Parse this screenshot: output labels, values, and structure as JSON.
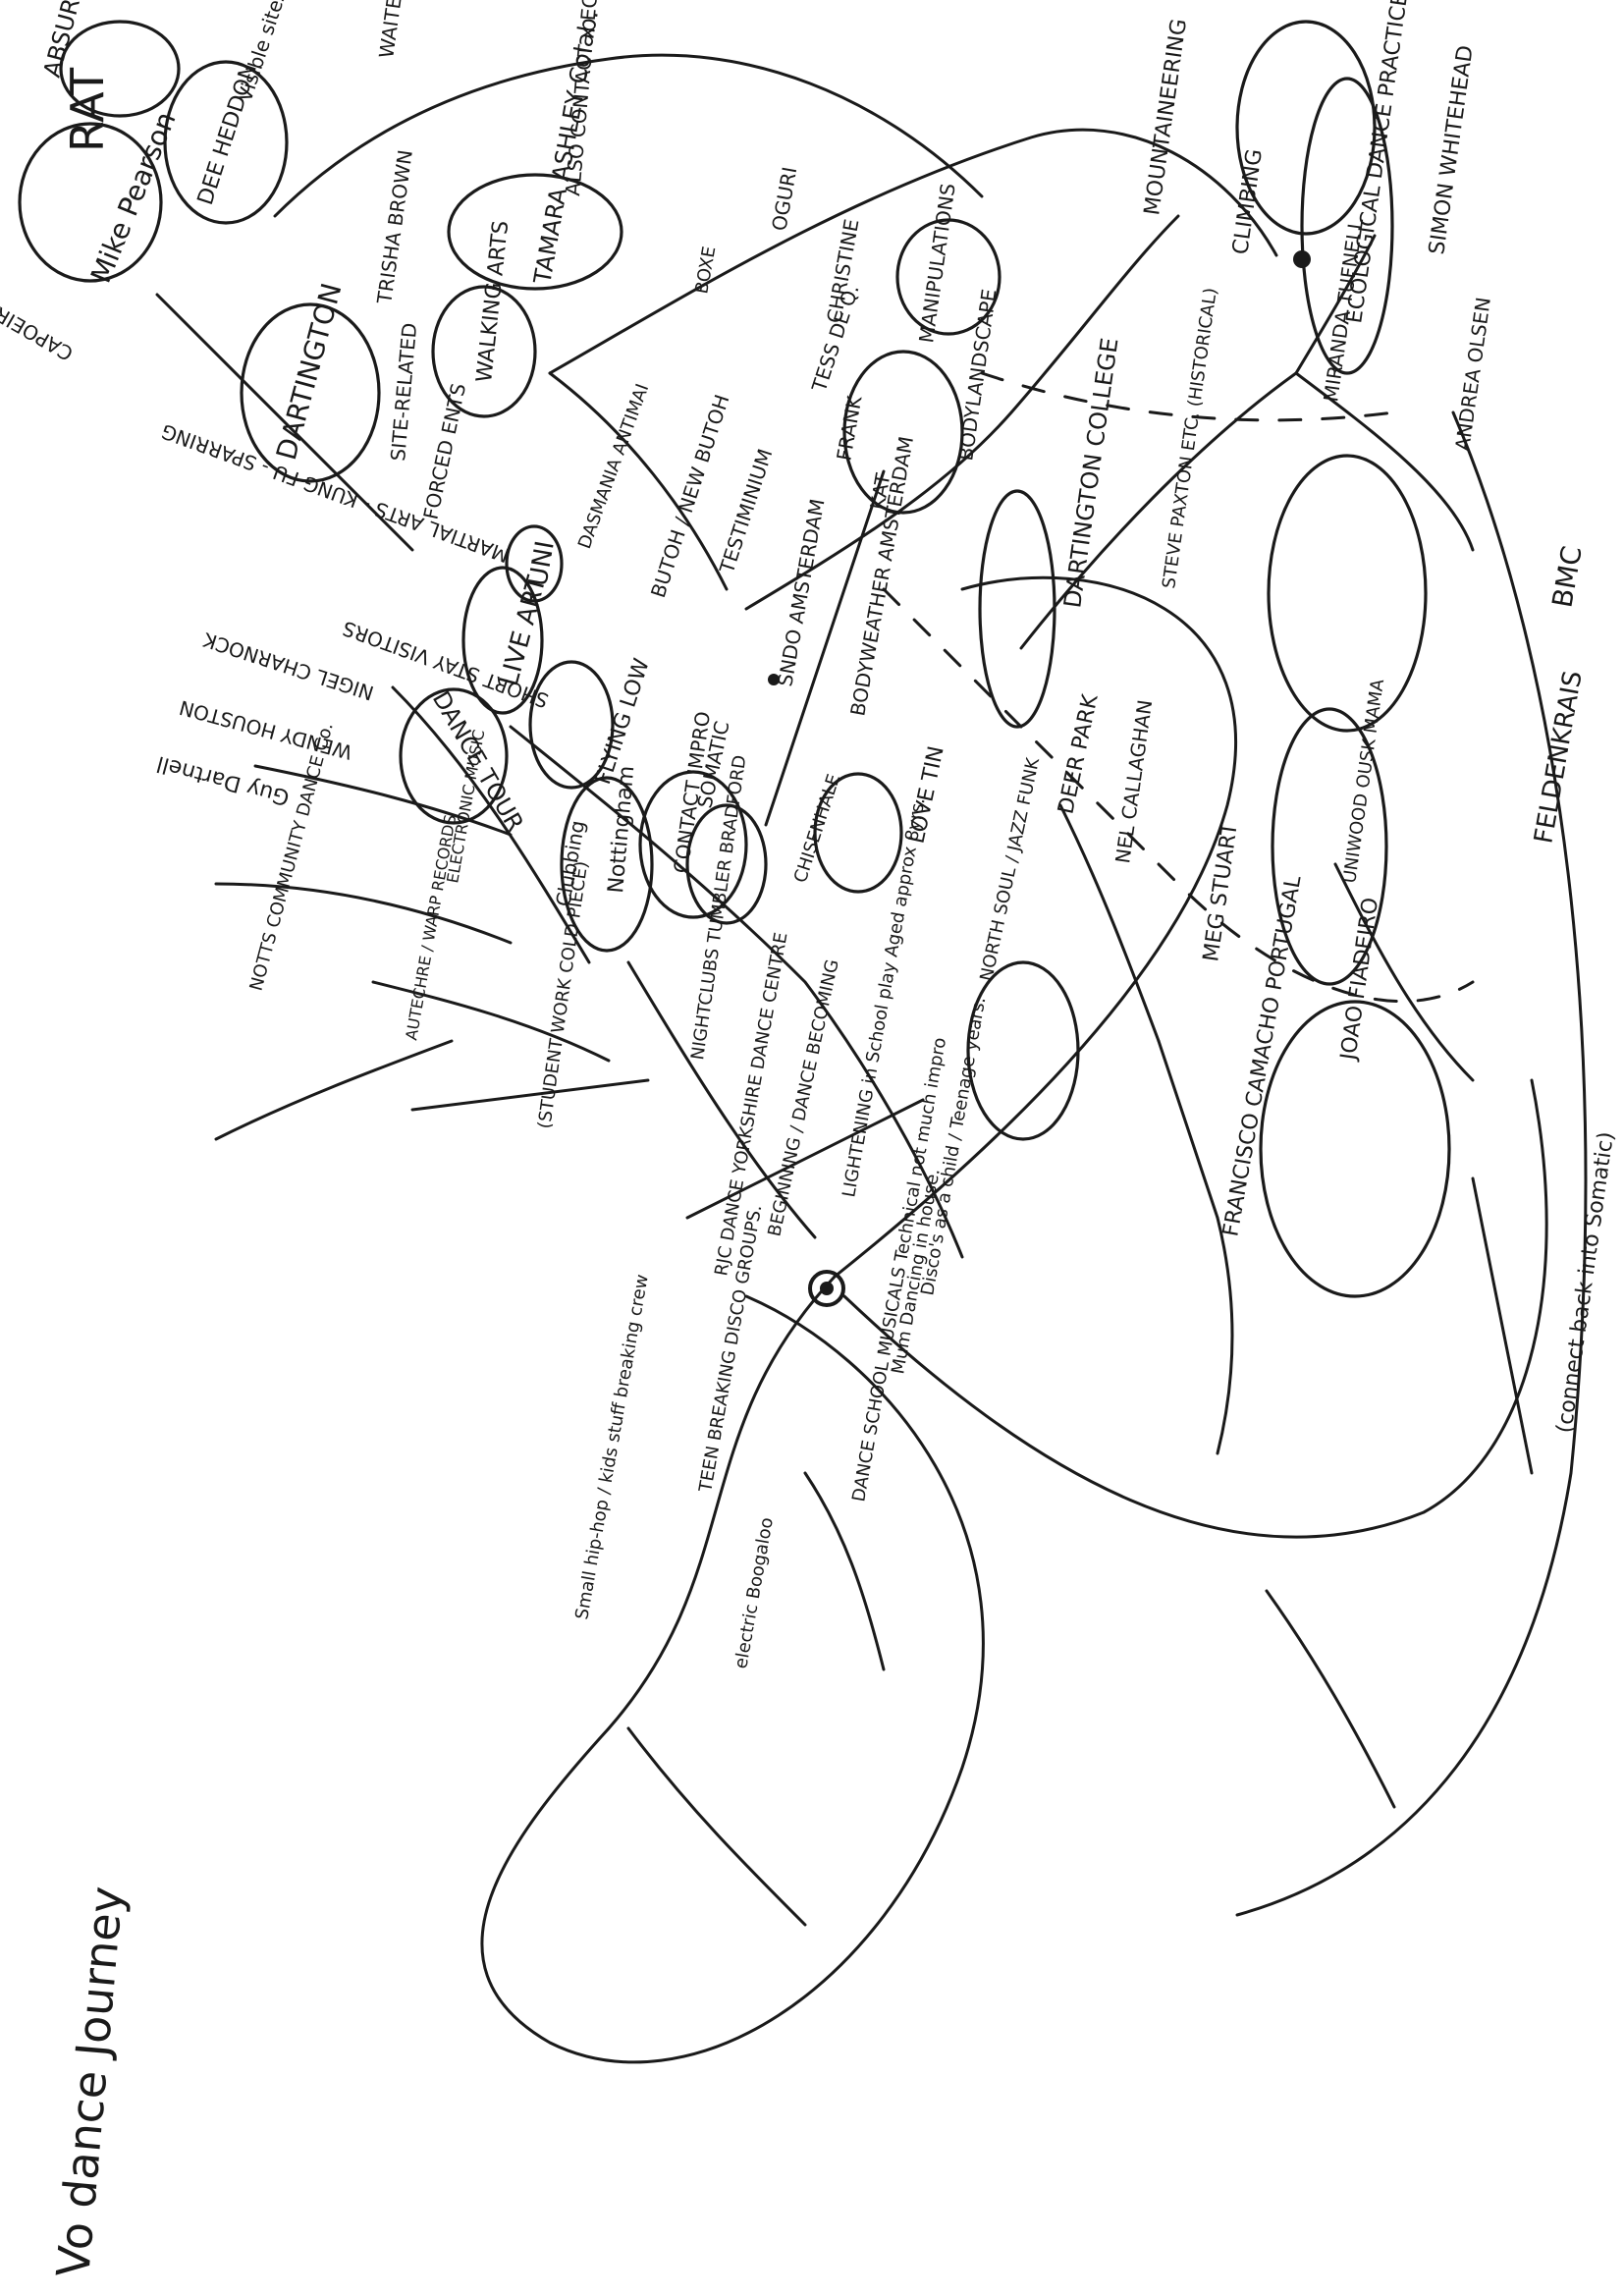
{
  "title": "Vo dance Journey",
  "nodes": [
    {
      "id": "rat",
      "label": "RAT",
      "circled": true
    },
    {
      "id": "absurd",
      "label": "ABSURD",
      "circled": false
    },
    {
      "id": "mike_pearson",
      "label": "Mike Pearson",
      "circled": true
    },
    {
      "id": "dee_heddon",
      "label": "DEE HEDDON",
      "circled": true
    },
    {
      "id": "visible_sites",
      "label": "Visible sites",
      "circled": false
    },
    {
      "id": "waites",
      "label": "WAITES",
      "circled": false
    },
    {
      "id": "tamara_ashley",
      "label": "TAMARA ASHLEY Colab.",
      "circled": true
    },
    {
      "id": "also_contact",
      "label": "ALSO CONTACT x ECOLOGICAL",
      "circled": false
    },
    {
      "id": "trishna_brown",
      "label": "TRISHA BROWN",
      "circled": false
    },
    {
      "id": "walking_arts",
      "label": "WALKING ARTS",
      "circled": true
    },
    {
      "id": "dartington",
      "label": "DARTINGTON",
      "circled": true
    },
    {
      "id": "site_related",
      "label": "SITE-RELATED",
      "circled": false
    },
    {
      "id": "forced_ents",
      "label": "FORCED ENTS",
      "circled": false
    },
    {
      "id": "capoeira",
      "label": "CAPOEIRA - ANIMAL STYLES",
      "circled": false
    },
    {
      "id": "martial_arts",
      "label": "MARTIAL ARTS - KUNG FU - SPARRING",
      "circled": false
    },
    {
      "id": "uni",
      "label": "UNI",
      "circled": true
    },
    {
      "id": "dasmania",
      "label": "DASMANIA ANTIMAI",
      "circled": false
    },
    {
      "id": "live_art",
      "label": "LIVE ART",
      "circled": true
    },
    {
      "id": "short_stay",
      "label": "SHORT STAY VISITORS",
      "circled": false
    },
    {
      "id": "nigel_charnock",
      "label": "NIGEL CHARNOCK",
      "circled": false
    },
    {
      "id": "wendy_houstoun",
      "label": "WENDY HOUSTON",
      "circled": false
    },
    {
      "id": "guy_dartnell",
      "label": "Guy Dartnell",
      "circled": false
    },
    {
      "id": "dance_tour",
      "label": "DANCE TOUR",
      "circled": true
    },
    {
      "id": "notts_community",
      "label": "NOTTS COMMUNITY DANCE Co.",
      "circled": false
    },
    {
      "id": "autechre",
      "label": "AUTECHRE / WARP RECORDS",
      "circled": false
    },
    {
      "id": "electronic_music",
      "label": "ELECTRONIC MUSIC",
      "circled": false
    },
    {
      "id": "clubbing",
      "label": "Clubbing",
      "circled": false
    },
    {
      "id": "nottingham",
      "label": "Nottingham",
      "circled": true
    },
    {
      "id": "flying_low",
      "label": "FLYING LOW",
      "circled": true
    },
    {
      "id": "somatic",
      "label": "SOMATIC",
      "circled": true
    },
    {
      "id": "contact_impro",
      "label": "CONTACT IMPRO",
      "circled": true
    },
    {
      "id": "butoh",
      "label": "BUTOH / NEW BUTOH",
      "circled": false
    },
    {
      "id": "testiminium",
      "label": "TESTIMINIUM",
      "circled": false
    },
    {
      "id": "snds",
      "label": "SNDO AMSTERDAM",
      "circled": false
    },
    {
      "id": "bodyweather",
      "label": "BODYWEATHER AMSTERDAM",
      "circled": true
    },
    {
      "id": "tess",
      "label": "TESS DE Q.",
      "circled": false
    },
    {
      "id": "frank",
      "label": "FRANK",
      "circled": false
    },
    {
      "id": "christine",
      "label": "CHRISTINE",
      "circled": false
    },
    {
      "id": "kat",
      "label": "KAT",
      "circled": false
    },
    {
      "id": "o_guri",
      "label": "OGURI",
      "circled": false
    },
    {
      "id": "boxe",
      "label": "BOXE",
      "circled": false
    },
    {
      "id": "manipulations",
      "label": "MANIPULATIONS",
      "circled": true
    },
    {
      "id": "bodylandscape",
      "label": "BODYLANDSCAPE",
      "circled": true
    },
    {
      "id": "mountaineering",
      "label": "MOUNTAINEERING",
      "circled": false
    },
    {
      "id": "climbing",
      "label": "CLIMBING",
      "circled": false
    },
    {
      "id": "ecological",
      "label": "ECOLOGICAL DANCE PRACTICE",
      "circled": true
    },
    {
      "id": "miranda",
      "label": "MIRANDA TUFNELL",
      "circled": true
    },
    {
      "id": "simon",
      "label": "SIMON WHITEHEAD",
      "circled": false
    },
    {
      "id": "andrea",
      "label": "ANDREA OLSEN",
      "circled": false
    },
    {
      "id": "dartington_college",
      "label": "DARTINGTON COLLEGE",
      "circled": true
    },
    {
      "id": "steve_paxton",
      "label": "STEVE PAXTON ETC. (HISTORICAL)",
      "circled": false
    },
    {
      "id": "deer_park",
      "label": "DEER PARK",
      "circled": true
    },
    {
      "id": "love_tin",
      "label": "LOVE TIN",
      "circled": false
    },
    {
      "id": "nel_callaghan",
      "label": "NEL CALLAGHAN",
      "circled": false
    },
    {
      "id": "meg_stuart",
      "label": "MEG STUART",
      "circled": false
    },
    {
      "id": "chisenhale",
      "label": "CHISENHALE",
      "circled": false
    },
    {
      "id": "north_soul",
      "label": "NORTH SOUL / JAZZ FUNK",
      "circled": false
    },
    {
      "id": "nightclubs",
      "label": "NIGHTCLUBS TUMBLER BRADFORD",
      "circled": false
    },
    {
      "id": "francisco",
      "label": "FRANCISCO CAMACHO PORTUGAL",
      "circled": false
    },
    {
      "id": "joao",
      "label": "JOAO FIADEIRO",
      "circled": false
    },
    {
      "id": "feldenkrais",
      "label": "FELDENKRAIS",
      "circled": true
    },
    {
      "id": "bmc",
      "label": "BMC",
      "circled": false
    },
    {
      "id": "unknown_circle",
      "label": "UNIWOOD OUSK MAMA",
      "circled": true
    },
    {
      "id": "connect_back",
      "label": "(connect back into Somatic)",
      "circled": false
    },
    {
      "id": "student_work",
      "label": "(STUDENT WORK COLD PIECE)",
      "circled": false
    },
    {
      "id": "rj_dance",
      "label": "RJC DANCE YORKSHIRE DANCE CENTRE",
      "circled": false
    },
    {
      "id": "becoming",
      "label": "BEGINNING / DANCE BECOMING",
      "circled": false
    },
    {
      "id": "lightening",
      "label": "LIGHTENING in School play Aged approx 8yrs.",
      "circled": false
    },
    {
      "id": "discos",
      "label": "Disco's as a child / Teenage years.",
      "circled": false
    },
    {
      "id": "mum_dancing",
      "label": "Mum Dancing in house.",
      "circled": false
    },
    {
      "id": "dance_school",
      "label": "DANCE SCHOOL MUSICALS Technical not much impro",
      "circled": false
    },
    {
      "id": "teen_breaking",
      "label": "TEEN BREAKING DISCO GROUPS.",
      "circled": false
    },
    {
      "id": "hip_hop",
      "label": "Small hip-hop / kids stuff breaking crew",
      "circled": false
    },
    {
      "id": "electric_boogaloo",
      "label": "electric Boogaloo",
      "circled": false
    }
  ]
}
